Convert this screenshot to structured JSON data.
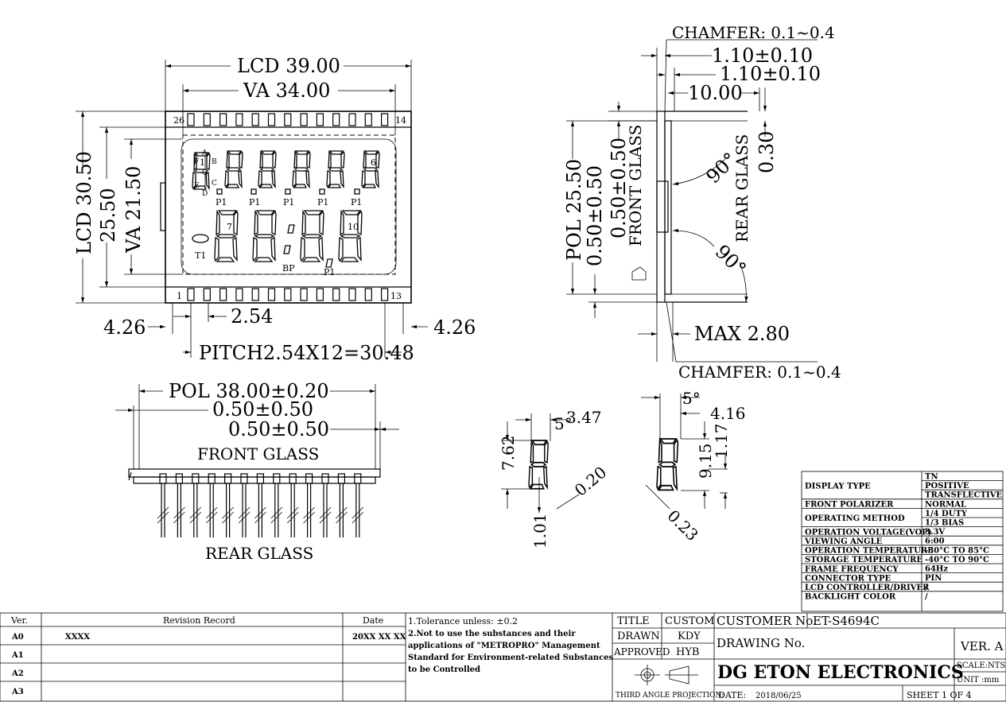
{
  "front_view": {
    "lcd_width": "LCD  39.00",
    "va_width": "VA  34.00",
    "lcd_height": "LCD  30.50",
    "pol_height": "25.50",
    "va_height": "VA  21.50",
    "pin_left_offset": "4.26",
    "pin_right_offset": "4.26",
    "pin_spacing": "2.54",
    "pitch": "PITCH2.54X12=30.48",
    "pin_26": "26",
    "pin_14": "14",
    "pin_1": "1",
    "pin_13": "13",
    "seg_labels": {
      "a": "A",
      "f": "F",
      "b": "B",
      "g": "G",
      "e": "E",
      "c": "C",
      "d": "D",
      "d1": "1",
      "d6": "6",
      "d7": "7",
      "d10": "10",
      "p1": "P1",
      "t1": "T1",
      "bp": "BP"
    }
  },
  "side_view": {
    "chamfer_top": "CHAMFER:  0.1~0.4",
    "dim_110_a": "1.10±0.10",
    "dim_110_b": "1.10±0.10",
    "dim_1000": "10.00",
    "dim_030": "0.30",
    "angle_top": "90°",
    "angle_bottom": "90°",
    "rear_glass": "REAR  GLASS",
    "front_glass_dim": "0.50±0.50",
    "front_glass": "FRONT  GLASS",
    "pol_dim": "POL  25.50",
    "pol_offset": "0.50±0.50",
    "max": "MAX  2.80",
    "chamfer_bottom": "CHAMFER:  0.1~0.4"
  },
  "bottom_view": {
    "pol_width": "POL  38.00±0.20",
    "offset_a": "0.50±0.50",
    "offset_b": "0.50±0.50",
    "front_glass": "FRONT  GLASS",
    "rear_glass": "REAR  GLASS"
  },
  "digit_detail_small": {
    "width": "3.47",
    "slant": "5°",
    "height": "7.62",
    "seg_width": "0.20",
    "bottom": "1.01"
  },
  "digit_detail_large": {
    "width": "4.16",
    "slant": "5°",
    "height": "9.15",
    "gap": "1.17",
    "seg_width": "0.23"
  },
  "spec_table": {
    "rows": [
      {
        "label": "DISPLAY TYPE",
        "values": [
          "TN",
          "POSITIVE",
          "TRANSFLECTIVE"
        ]
      },
      {
        "label": "FRONT POLARIZER",
        "values": [
          "NORMAL"
        ]
      },
      {
        "label": "OPERATING METHOD",
        "values": [
          "1/4 DUTY",
          "1/3 BIAS"
        ]
      },
      {
        "label": "OPERATION VOLTAGE(VOP)",
        "values": [
          "3.3V"
        ]
      },
      {
        "label": "VIEWING ANGLE",
        "values": [
          "6:00"
        ]
      },
      {
        "label": "OPERATION TEMPERATURE",
        "values": [
          "-30°C TO 85°C"
        ]
      },
      {
        "label": "STORAGE TEMPERATURE",
        "values": [
          "-40°C TO 90°C"
        ]
      },
      {
        "label": "FRAME FREQUENCY",
        "values": [
          "64Hz"
        ]
      },
      {
        "label": "CONNECTOR TYPE",
        "values": [
          "PIN"
        ]
      },
      {
        "label": "LCD CONTROLLER/DRIVER",
        "values": [
          "/"
        ]
      },
      {
        "label": "BACKLIGHT COLOR",
        "values": [
          "/"
        ]
      }
    ]
  },
  "revision": {
    "headers": [
      "Ver.",
      "Revision Record",
      "Date"
    ],
    "rows": [
      {
        "ver": "A0",
        "record": "XXXX",
        "date": "20XX XX XX"
      },
      {
        "ver": "A1",
        "record": "",
        "date": ""
      },
      {
        "ver": "A2",
        "record": "",
        "date": ""
      },
      {
        "ver": "A3",
        "record": "",
        "date": ""
      }
    ]
  },
  "notes": {
    "line1": "1.Tolerance  unless:   ±0.2",
    "line2": "2.Not to use the substances and their",
    "line3": "applications  of \"METROPRO\" Management",
    "line4": "Standard for Environment-related Substances",
    "line5": "to be Controlled"
  },
  "title_block": {
    "title": "TITLE",
    "custom": "CUSTOM",
    "drawn": "DRAWN",
    "drawn_by": "KDY",
    "approved": "APPROVED",
    "approved_by": "HYB",
    "projection": "THIRD ANGLE PROJECTION:",
    "customer_no_label": "CUSTOMER No.",
    "customer_no": "ET-S4694C",
    "drawing_no_label": "DRAWING No.",
    "version": "VER. A",
    "company": "DG ETON ELECTRONICS",
    "scale": "SCALE:NTS",
    "unit": "UNIT :mm",
    "date_label": "DATE:",
    "date": "2018/06/25",
    "sheet": "SHEET  1  OF  4"
  }
}
